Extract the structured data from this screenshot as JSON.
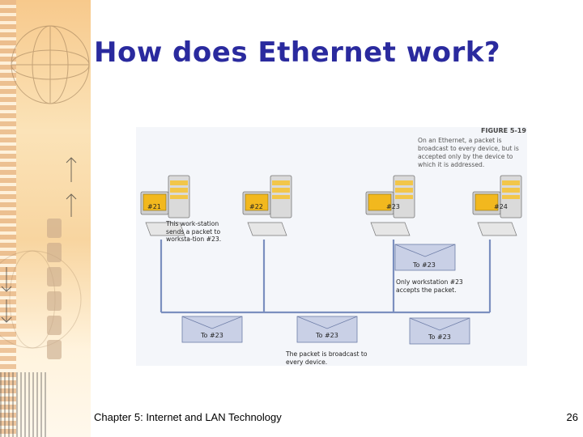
{
  "title": "How does Ethernet work?",
  "figure": {
    "label": "FIGURE 5-19",
    "caption": "On an Ethernet, a packet is broadcast to every device, but is accepted only by the device to which it is addressed.",
    "workstations": [
      "#21",
      "#22",
      "#23",
      "#24"
    ],
    "packet_label": "To #23",
    "note_sender": "This work-station sends a packet to worksta-tion #23.",
    "note_accept": "Only workstation #23 accepts the packet.",
    "note_broadcast": "The packet is broadcast to every device."
  },
  "footer": {
    "text": "Chapter 5: Internet and LAN Technology",
    "page": "26"
  },
  "colors": {
    "title": "#2a2a9e",
    "cable": "#7b8fbf",
    "envelope": "#c9d0e6",
    "monitor_body": "#d9d9d9",
    "screen": "#f2b81e"
  }
}
